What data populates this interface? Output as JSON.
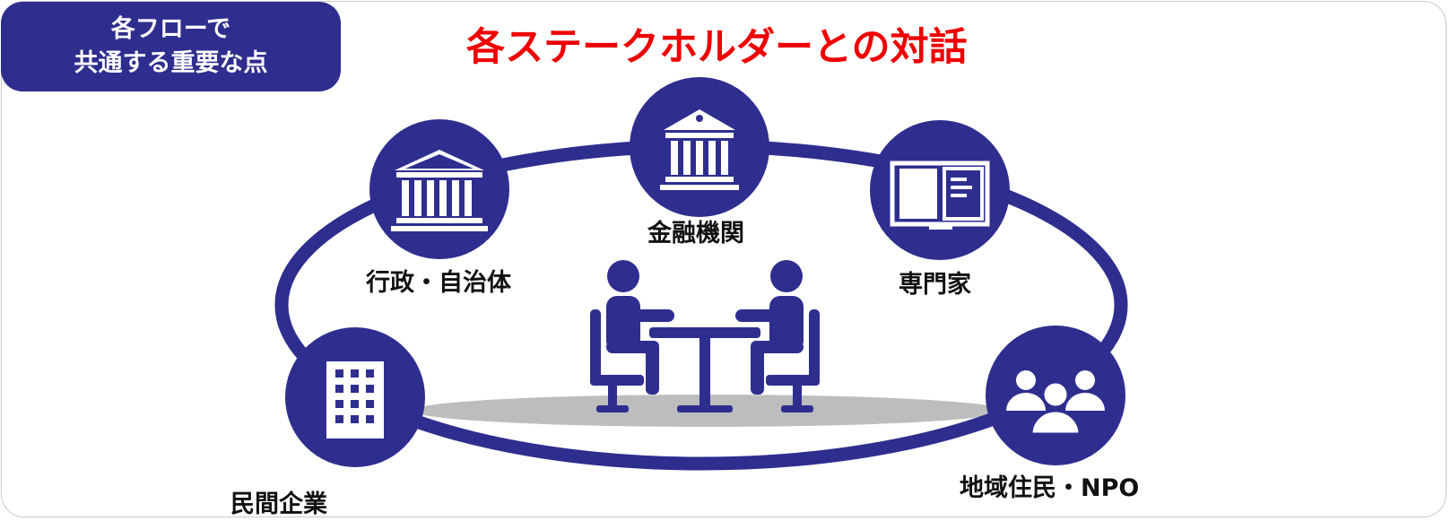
{
  "badge": {
    "line1": "各フローで",
    "line2": "共通する重要な点"
  },
  "title": "各ステークホルダーとの対話",
  "stakeholders": [
    {
      "label": "金融機関",
      "icon": "bank-icon"
    },
    {
      "label": "行政・自治体",
      "icon": "government-building-icon"
    },
    {
      "label": "専門家",
      "icon": "open-book-icon"
    },
    {
      "label": "民間企業",
      "icon": "office-building-icon"
    },
    {
      "label": "地域住民・NPO",
      "icon": "community-group-icon"
    }
  ],
  "center_icon": "two-people-meeting-icon",
  "colors": {
    "navy": "#2e2e8f",
    "title_red": "#ee0000",
    "shadow_gray": "#bdbdbd"
  }
}
